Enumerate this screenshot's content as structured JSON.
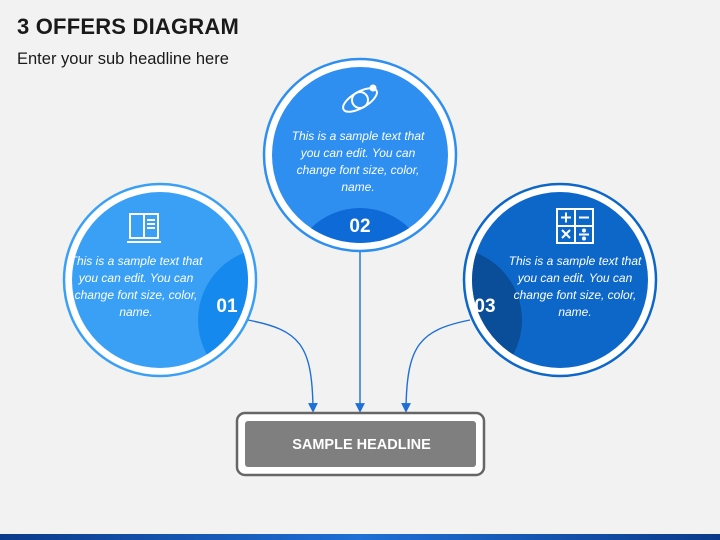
{
  "header": {
    "title": "3 OFFERS DIAGRAM",
    "subtitle": "Enter your sub headline here"
  },
  "offers": [
    {
      "number": "01",
      "icon": "book-icon",
      "text": "This is a sample text that you can edit. You can change font size, color, name.",
      "color": "#3aa0f5",
      "accent": "#1589ee"
    },
    {
      "number": "02",
      "icon": "orbit-icon",
      "text": "This is a sample text that you can edit. You can change font size, color, name.",
      "color": "#2e8ff0",
      "accent": "#0d6ad6"
    },
    {
      "number": "03",
      "icon": "calculator-icon",
      "text": "This is a sample text that you can edit. You can change font size, color, name.",
      "color": "#0d67c9",
      "accent": "#0a4d98"
    }
  ],
  "headline": {
    "label": "SAMPLE HEADLINE",
    "color": "#7f7f7f"
  }
}
